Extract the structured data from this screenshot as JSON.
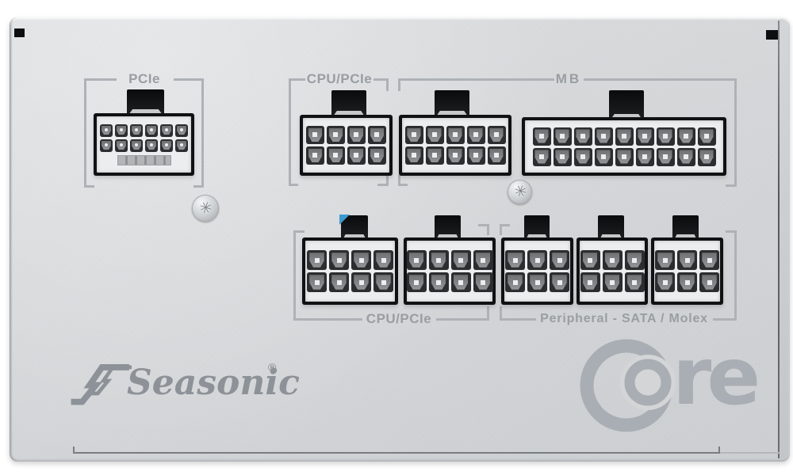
{
  "groups": {
    "pcie": {
      "label": "PCIe"
    },
    "cpu_pcie_top": {
      "label": "CPU/PCIe"
    },
    "mb": {
      "label": "MB"
    },
    "cpu_pcie_bottom": {
      "label": "CPU/PCIe"
    },
    "peripheral": {
      "label": "Peripheral - SATA / Molex"
    }
  },
  "connectors": [
    {
      "id": "pcie-12pin",
      "group": "PCIe",
      "rows": 2,
      "cols": 6,
      "sense_strip": true
    },
    {
      "id": "cpu-pcie-8pin-top",
      "group": "CPU/PCIe",
      "rows": 2,
      "cols": 4
    },
    {
      "id": "mb-10pin",
      "group": "MB",
      "rows": 2,
      "cols": 5
    },
    {
      "id": "mb-18pin",
      "group": "MB",
      "rows": 2,
      "cols": 9
    },
    {
      "id": "cpu-pcie-8pin-bottom-1",
      "group": "CPU/PCIe",
      "rows": 2,
      "cols": 4,
      "blue_mark": true
    },
    {
      "id": "cpu-pcie-8pin-bottom-2",
      "group": "CPU/PCIe",
      "rows": 2,
      "cols": 4
    },
    {
      "id": "peripheral-6pin-1",
      "group": "Peripheral - SATA / Molex",
      "rows": 2,
      "cols": 3
    },
    {
      "id": "peripheral-6pin-2",
      "group": "Peripheral - SATA / Molex",
      "rows": 2,
      "cols": 3
    },
    {
      "id": "peripheral-6pin-3",
      "group": "Peripheral - SATA / Molex",
      "rows": 2,
      "cols": 3
    }
  ],
  "branding": {
    "seasonic_wordmark": "Seasonic",
    "registered_mark": "®",
    "core_wordmark_suffix": "re"
  },
  "icons": {
    "screw": "✳"
  },
  "colors": {
    "panel": "#d5d7d9",
    "label_gray": "#999ea2",
    "bracket_gray": "#aeb2b6",
    "connector_black": "#101112",
    "shroud_white": "#ecedee",
    "pin_dark": "#2c2d2f",
    "pin_face": "#8b8d90",
    "logo_gray": "#8d9298",
    "core_logo_gray": "#a9aeb4",
    "blue_mark": "#3d9ad1"
  }
}
